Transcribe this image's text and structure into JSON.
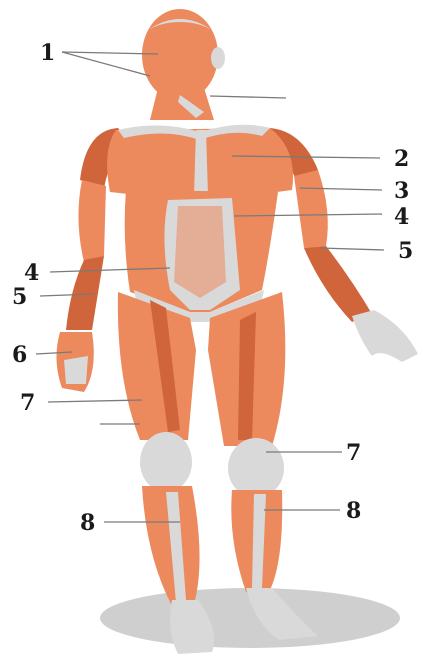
{
  "diagram": {
    "labels": [
      {
        "id": "lbl-1-head",
        "text": "1"
      },
      {
        "id": "lbl-2-chest",
        "text": "2"
      },
      {
        "id": "lbl-3-arm-right",
        "text": "3"
      },
      {
        "id": "lbl-4-abdomen-right",
        "text": "4"
      },
      {
        "id": "lbl-5-forearm-right",
        "text": "5"
      },
      {
        "id": "lbl-4-abdomen-left",
        "text": "4"
      },
      {
        "id": "lbl-5-forearm-left",
        "text": "5"
      },
      {
        "id": "lbl-6-hand",
        "text": "6"
      },
      {
        "id": "lbl-7-thigh-left",
        "text": "7"
      },
      {
        "id": "lbl-7-knee-right",
        "text": "7"
      },
      {
        "id": "lbl-8-shin-left",
        "text": "8"
      },
      {
        "id": "lbl-8-shin-right",
        "text": "8"
      }
    ],
    "colors": {
      "muscle": "#ec8a5e",
      "muscle_dark": "#d0643a",
      "tendon": "#d9d9d9",
      "shadow": "#c8c8c8",
      "label": "#1a1a1a"
    }
  }
}
